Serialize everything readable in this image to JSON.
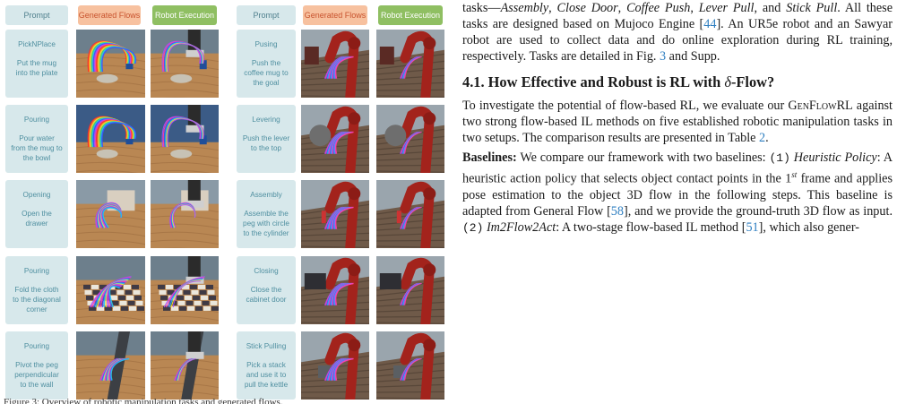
{
  "figure": {
    "headers": {
      "prompt": "Prompt",
      "generated": "Generated Flows",
      "robot": "Robot Execution"
    },
    "left_tasks": [
      {
        "title": "PickNPlace",
        "prompt": "Put the mug into the plate",
        "scene": "mug"
      },
      {
        "title": "Pouring",
        "prompt": "Pour water from the mug to the bowl",
        "scene": "pour"
      },
      {
        "title": "Opening",
        "prompt": "Open the drawer",
        "scene": "drawer"
      },
      {
        "title": "Pouring",
        "prompt": "Fold the cloth to the diagonal corner",
        "scene": "cloth"
      },
      {
        "title": "Pouring",
        "prompt": "Pivot the peg perpendicular to the wall",
        "scene": "peg"
      }
    ],
    "right_tasks": [
      {
        "title": "Pusing",
        "prompt": "Push the coffee mug to the goal",
        "scene": "push"
      },
      {
        "title": "Levering",
        "prompt": "Push the lever to the top",
        "scene": "lever"
      },
      {
        "title": "Assembly",
        "prompt": "Assemble the peg with circle to the cylinder",
        "scene": "assembly"
      },
      {
        "title": "Closing",
        "prompt": "Close the cabinet door",
        "scene": "cabinet"
      },
      {
        "title": "Stick Pulling",
        "prompt": "Pick a stack and use it to pull the kettle",
        "scene": "stick"
      }
    ],
    "caption_fragment": "Figure 3: Overview of robotic manipulation tasks and generated flows."
  },
  "text": {
    "intro_1": "tasks—",
    "task_list": [
      "Assembly",
      "Close Door",
      "Coffee Push",
      "Lever Pull"
    ],
    "intro_and": ", and ",
    "task_last": "Stick Pull",
    "intro_2": ". All these tasks are designed based on Mujoco Engine [",
    "ref_44": "44",
    "intro_3": "]. An UR5e robot and an Sawyar robot are used to collect data and do online exploration during RL training, respectively. Tasks are detailed in Fig. ",
    "ref_fig3": "3",
    "intro_4": " and Supp.",
    "section_title_prefix": "4.1. How Effective and Robust is RL with ",
    "section_title_delta": "δ",
    "section_title_suffix": "-Flow?",
    "p2_1": "To investigate the potential of flow-based RL, we evaluate our ",
    "genflowrl": "GenFlowRL",
    "p2_2": " against two strong flow-based IL methods on five established robotic manipulation tasks in two setups. The comparison results are presented in Table ",
    "ref_table2": "2",
    "p2_3": ".",
    "baselines_label": "Baselines:",
    "p3_1": " We compare our framework with two baselines: ",
    "mono_1": "(1)",
    "heuristic_label": "Heuristic Policy",
    "p3_2": ": A heuristic action policy that selects object contact points in the 1",
    "sup_st": "st",
    "p3_3": " frame and applies pose estimation to the object 3D flow in the following steps. This baseline is adapted from General Flow [",
    "ref_58": "58",
    "p3_4": "], and we provide the ground-truth 3D flow as input. ",
    "mono_2": "(2)",
    "im2flow_label": "Im2Flow2Act",
    "p3_5": ": A two-stage flow-based IL method [",
    "ref_51": "51",
    "p3_6": "], which also gener-"
  },
  "colors": {
    "prompt_bg": "#d7e8eb",
    "generated_bg": "#f7c19f",
    "robot_bg": "#8fbf62",
    "link": "#2f7fc1"
  }
}
